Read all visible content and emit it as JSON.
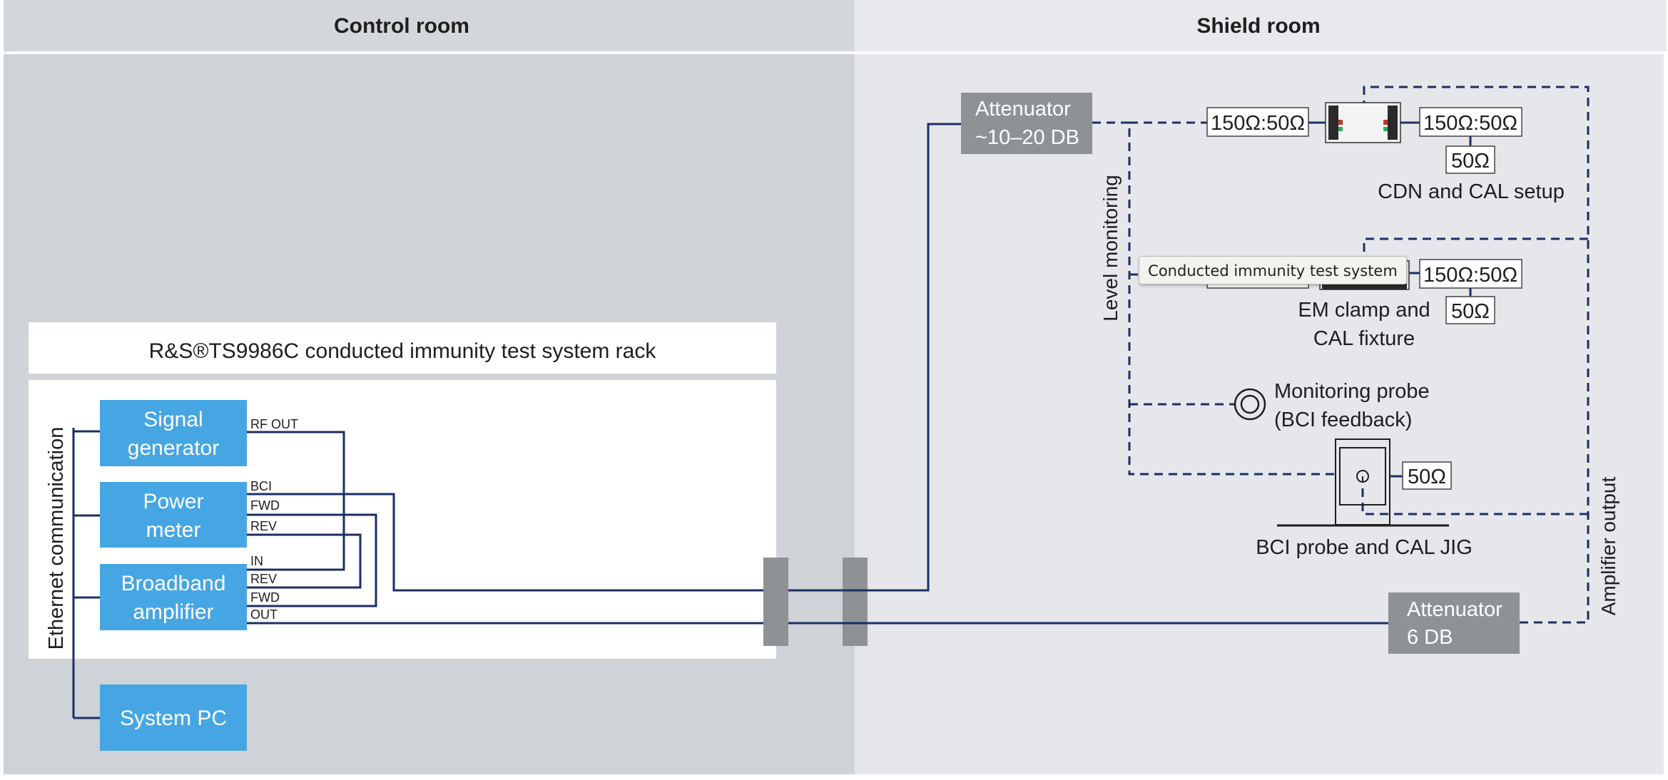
{
  "header": {
    "control_room": "Control room",
    "shield_room": "Shield room"
  },
  "rack": {
    "title": "R&S®TS9986C conducted immunity test system rack",
    "ethernet_label": "Ethernet communication",
    "signal_generator": [
      "Signal",
      "generator"
    ],
    "power_meter": [
      "Power",
      "meter"
    ],
    "broadband_amplifier": [
      "Broadband",
      "amplifier"
    ],
    "system_pc": "System PC",
    "ports": {
      "rf_out": "RF OUT",
      "bci": "BCI",
      "fwd_pm": "FWD",
      "rev_pm": "REV",
      "in": "IN",
      "rev_amp": "REV",
      "fwd_amp": "FWD",
      "out": "OUT"
    }
  },
  "shield": {
    "attenuator_top": [
      "Attenuator",
      "~10–20 DB"
    ],
    "attenuator_bottom": [
      "Attenuator",
      "6 DB"
    ],
    "level_monitoring": "Level monitoring",
    "amplifier_output": "Amplifier output",
    "cdn_adapter_left": "150Ω:50Ω",
    "cdn_adapter_right": "150Ω:50Ω",
    "cdn_load": "50Ω",
    "cdn_caption": "CDN and CAL setup",
    "em_adapter_right": "150Ω:50Ω",
    "em_load": "50Ω",
    "em_caption": [
      "EM clamp and",
      "CAL fixture"
    ],
    "monitoring_probe": [
      "Monitoring probe",
      "(BCI feedback)"
    ],
    "bci_load": "50Ω",
    "bci_caption": "BCI probe and CAL JIG"
  },
  "tooltip": "Conducted immunity test system",
  "colors": {
    "control_bg": "#cfd3d7",
    "shield_bg": "#e5e7eb",
    "header_control": "#d3d6da",
    "header_shield": "#e8e9ed",
    "module_blue": "#46a6e4",
    "attenuator_gray": "#8f9295",
    "line_navy": "#1c2f63"
  }
}
